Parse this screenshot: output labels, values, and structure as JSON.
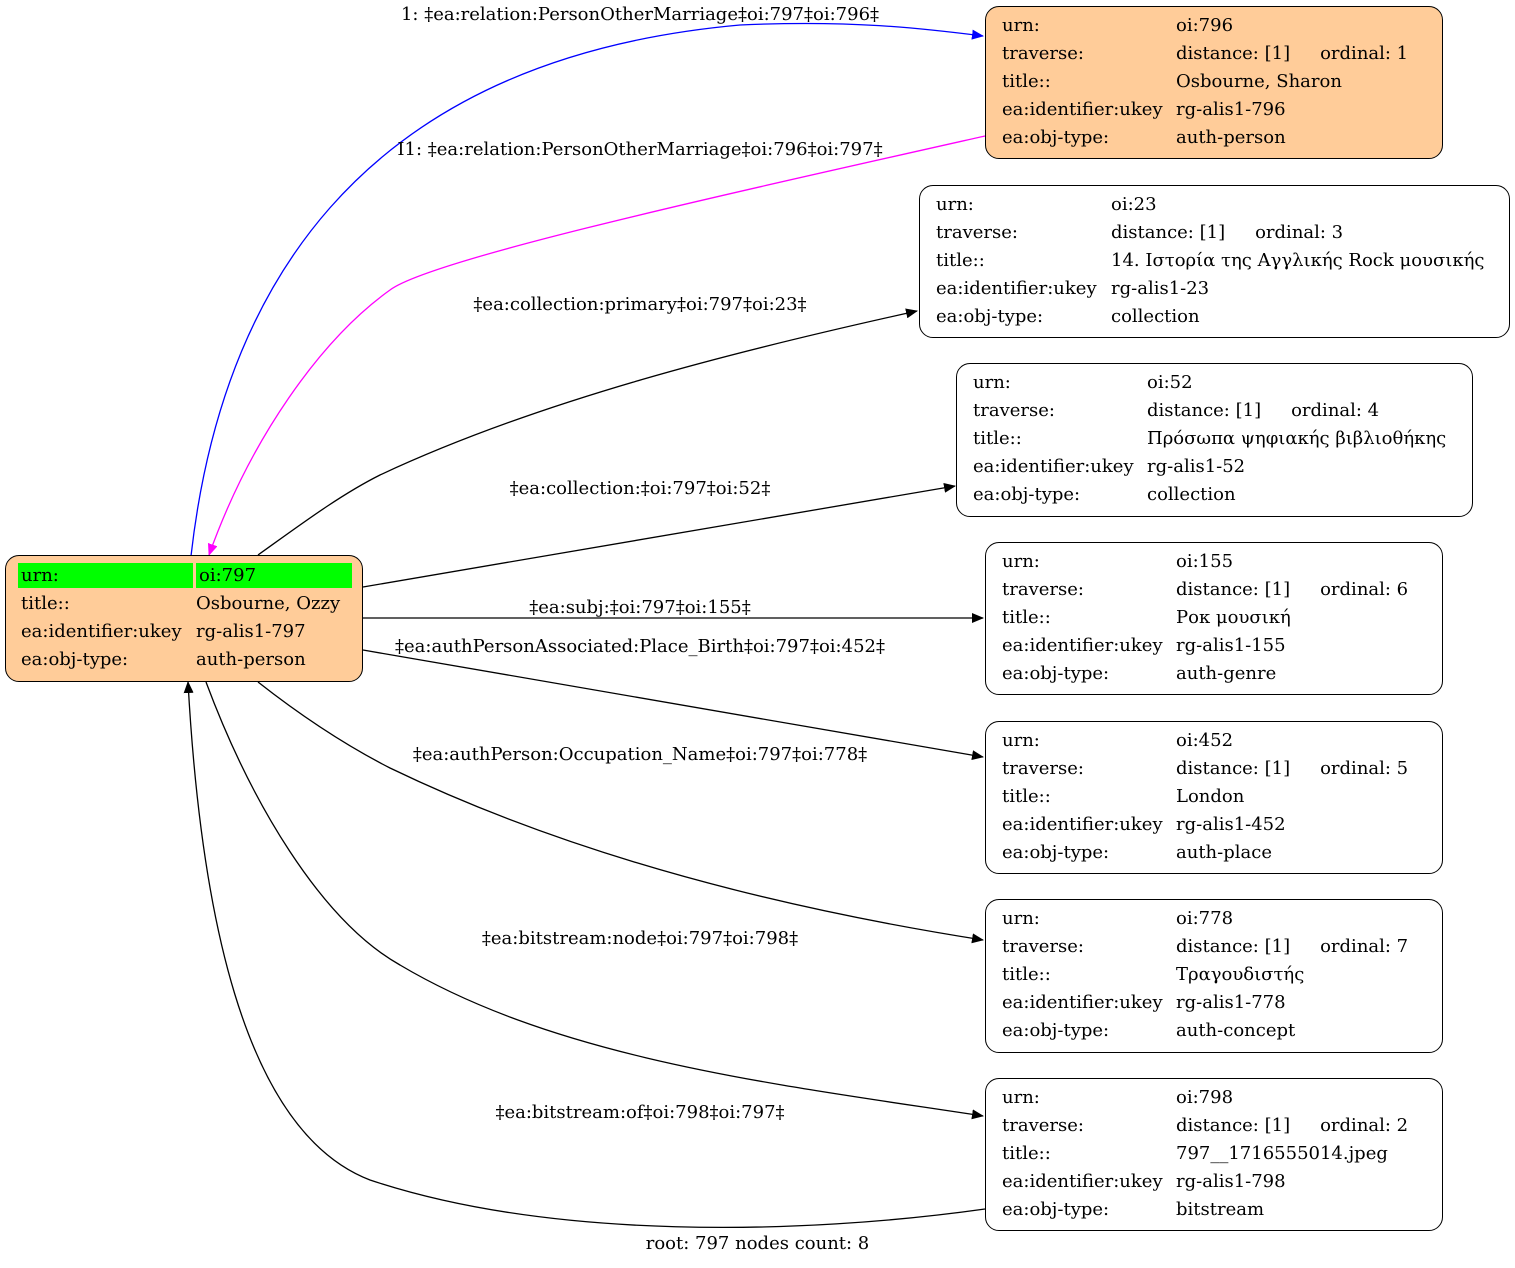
{
  "colors": {
    "person_fill": "#ffcc99",
    "highlight": "#00ff00",
    "edge_forward_relation": "#0000ff",
    "edge_inverse_relation": "#ff00ff",
    "edge_default": "#000000"
  },
  "labels": {
    "urn": "urn:",
    "traverse": "traverse:",
    "title": "title::",
    "ukey": "ea:identifier:ukey",
    "objtype": "ea:obj-type:"
  },
  "root": {
    "urn": "oi:797",
    "title": "Osbourne, Ozzy",
    "ukey": "rg-alis1-797",
    "objtype": "auth-person"
  },
  "nodes": [
    {
      "urn": "oi:796",
      "distance": "distance: [1]",
      "ordinal": "ordinal: 1",
      "title": "Osbourne, Sharon",
      "ukey": "rg-alis1-796",
      "objtype": "auth-person"
    },
    {
      "urn": "oi:23",
      "distance": "distance: [1]",
      "ordinal": "ordinal: 3",
      "title": "14. Ιστορία της Αγγλικής Rock μουσικής",
      "ukey": "rg-alis1-23",
      "objtype": "collection"
    },
    {
      "urn": "oi:52",
      "distance": "distance: [1]",
      "ordinal": "ordinal: 4",
      "title": "Πρόσωπα ψηφιακής βιβλιοθήκης",
      "ukey": "rg-alis1-52",
      "objtype": "collection"
    },
    {
      "urn": "oi:155",
      "distance": "distance: [1]",
      "ordinal": "ordinal: 6",
      "title": "Ροκ μουσική",
      "ukey": "rg-alis1-155",
      "objtype": "auth-genre"
    },
    {
      "urn": "oi:452",
      "distance": "distance: [1]",
      "ordinal": "ordinal: 5",
      "title": "London",
      "ukey": "rg-alis1-452",
      "objtype": "auth-place"
    },
    {
      "urn": "oi:778",
      "distance": "distance: [1]",
      "ordinal": "ordinal: 7",
      "title": "Τραγουδιστής",
      "ukey": "rg-alis1-778",
      "objtype": "auth-concept"
    },
    {
      "urn": "oi:798",
      "distance": "distance: [1]",
      "ordinal": "ordinal: 2",
      "title": "797__1716555014.jpeg",
      "ukey": "rg-alis1-798",
      "objtype": "bitstream"
    }
  ],
  "edges": [
    {
      "label": "1: ‡ea:relation:PersonOtherMarriage‡oi:797‡oi:796‡"
    },
    {
      "label": "I1: ‡ea:relation:PersonOtherMarriage‡oi:796‡oi:797‡"
    },
    {
      "label": "‡ea:collection:primary‡oi:797‡oi:23‡"
    },
    {
      "label": "‡ea:collection:‡oi:797‡oi:52‡"
    },
    {
      "label": "‡ea:subj:‡oi:797‡oi:155‡"
    },
    {
      "label": "‡ea:authPersonAssociated:Place_Birth‡oi:797‡oi:452‡"
    },
    {
      "label": "‡ea:authPerson:Occupation_Name‡oi:797‡oi:778‡"
    },
    {
      "label": "‡ea:bitstream:node‡oi:797‡oi:798‡"
    },
    {
      "label": "‡ea:bitstream:of‡oi:798‡oi:797‡"
    }
  ],
  "footer": {
    "root": "root: 797",
    "count": "nodes count: 8"
  }
}
